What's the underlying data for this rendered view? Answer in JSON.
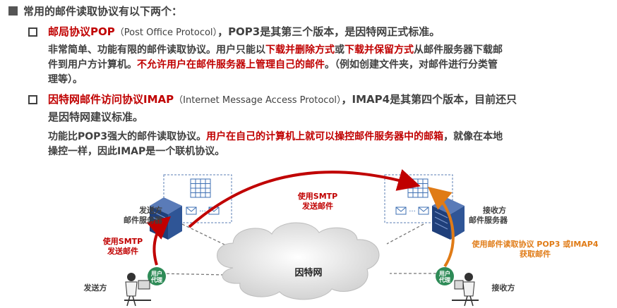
{
  "heading": "常用的邮件读取协议有以下两个：",
  "pop": {
    "name": "邮局协议POP",
    "paren": "（Post Office Protocol）",
    "rest": "，POP3是其第三个版本，是因特网正式标准。",
    "d1": "非常简单、功能有限的邮件读取协议。用户只能以",
    "r1": "下载并删除方式",
    "d2": "或",
    "r2": "下载并保留方式",
    "d3": "从邮件服务器下载邮",
    "line2a": "件到用户方计算机。",
    "r3": "不允许用户在邮件服务器上管理自己的邮件",
    "line2b": "。（例如创建文件夹，对邮件进行分类管",
    "line3": "理等）。"
  },
  "imap": {
    "name": "因特网邮件访问协议IMAP",
    "paren": "（Internet Message Access Protocol）",
    "rest": "，IMAP4是其第四个版本，目前还只",
    "line2": "是因特网建议标准。",
    "d1": "功能比POP3强大的邮件读取协议。",
    "r1": "用户在自己的计算机上就可以操控邮件服务器中的邮箱",
    "d2": "，就像在本地",
    "line2b": "操控一样，因此IMAP是一个联机协议。"
  },
  "diagram": {
    "sender_server_l1": "发送方",
    "sender_server_l2": "邮件服务器",
    "receiver_server_l1": "接收方",
    "receiver_server_l2": "邮件服务器",
    "smtp_top_l1": "使用SMTP",
    "smtp_top_l2": "发送邮件",
    "smtp_left_l1": "使用SMTP",
    "smtp_left_l2": "发送邮件",
    "read_l1": "使用邮件读取协议 POP3 或IMAP4",
    "read_l2": "获取邮件",
    "internet": "因特网",
    "ua_l1": "用户",
    "ua_l2": "代理",
    "ua2_l1": "用户",
    "ua2_l2": "代理",
    "sender": "发送方",
    "receiver": "接收方",
    "mail_dots": "···"
  },
  "colors": {
    "red": "#c00000",
    "orange": "#e07b16",
    "text": "#404040",
    "server": "#1f3f7a",
    "ua": "#2e8b57"
  }
}
